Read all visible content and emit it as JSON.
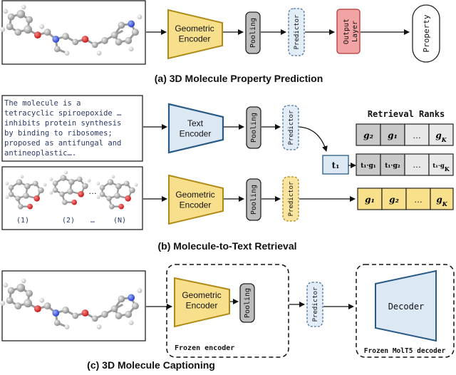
{
  "colors": {
    "encoder_fill": "#f8df8c",
    "encoder_stroke": "#b08a16",
    "text_encoder_fill": "#dce8f4",
    "text_encoder_stroke": "#2a5a86",
    "pooling_fill": "#bdbdbd",
    "predictor_fill": "#e3edf8",
    "predictor_stroke": "#4a74a0",
    "predictor_yellow_fill": "#f9e5a0",
    "output_fill": "#f2a3a3",
    "output_stroke": "#b23a3a",
    "rank_gray": "#c9c9c9",
    "rank_light": "#e8e8e8",
    "rank_yellow": "#f9e08a",
    "caption_text": "#2c3a66"
  },
  "panel_a": {
    "encoder": "Geometric\nEncoder",
    "pooling": "Pooling",
    "predictor": "Predictor",
    "output_layer": "Output\nLayer",
    "property": "Property",
    "caption": "(a) 3D Molecule Property Prediction"
  },
  "panel_b": {
    "text_lines": [
      "The molecule is a",
      "tetracyclic spiroepoxide …",
      "inhibits protein synthesis",
      "by binding to ribosomes;",
      "proposed as antifungal and",
      "antineoplastic…."
    ],
    "text_encoder": "Text\nEncoder",
    "geo_encoder": "Geometric\nEncoder",
    "pooling": "Pooling",
    "predictor": "Predictor",
    "t1": "t₁",
    "ranks_title": "Retrieval Ranks",
    "row1": [
      "g₂",
      "g₁",
      "…",
      "g_K"
    ],
    "row2": [
      "t₁·g₁",
      "t₁·g₂",
      "…",
      "t₁·g_K"
    ],
    "row3": [
      "g₁",
      "g₂",
      "…",
      "g_K"
    ],
    "mol_labels": [
      "(1)",
      "(2)",
      "…",
      "(N)"
    ],
    "dots_between": "…",
    "caption": "(b) Molecule-to-Text Retrieval"
  },
  "panel_c": {
    "encoder": "Geometric\nEncoder",
    "pooling": "Pooling",
    "predictor": "Predictor",
    "decoder": "Decoder",
    "frozen_encoder": "Frozen encoder",
    "frozen_decoder": "Frozen MolT5 decoder",
    "caption": "(c) 3D Molecule Captioning"
  }
}
